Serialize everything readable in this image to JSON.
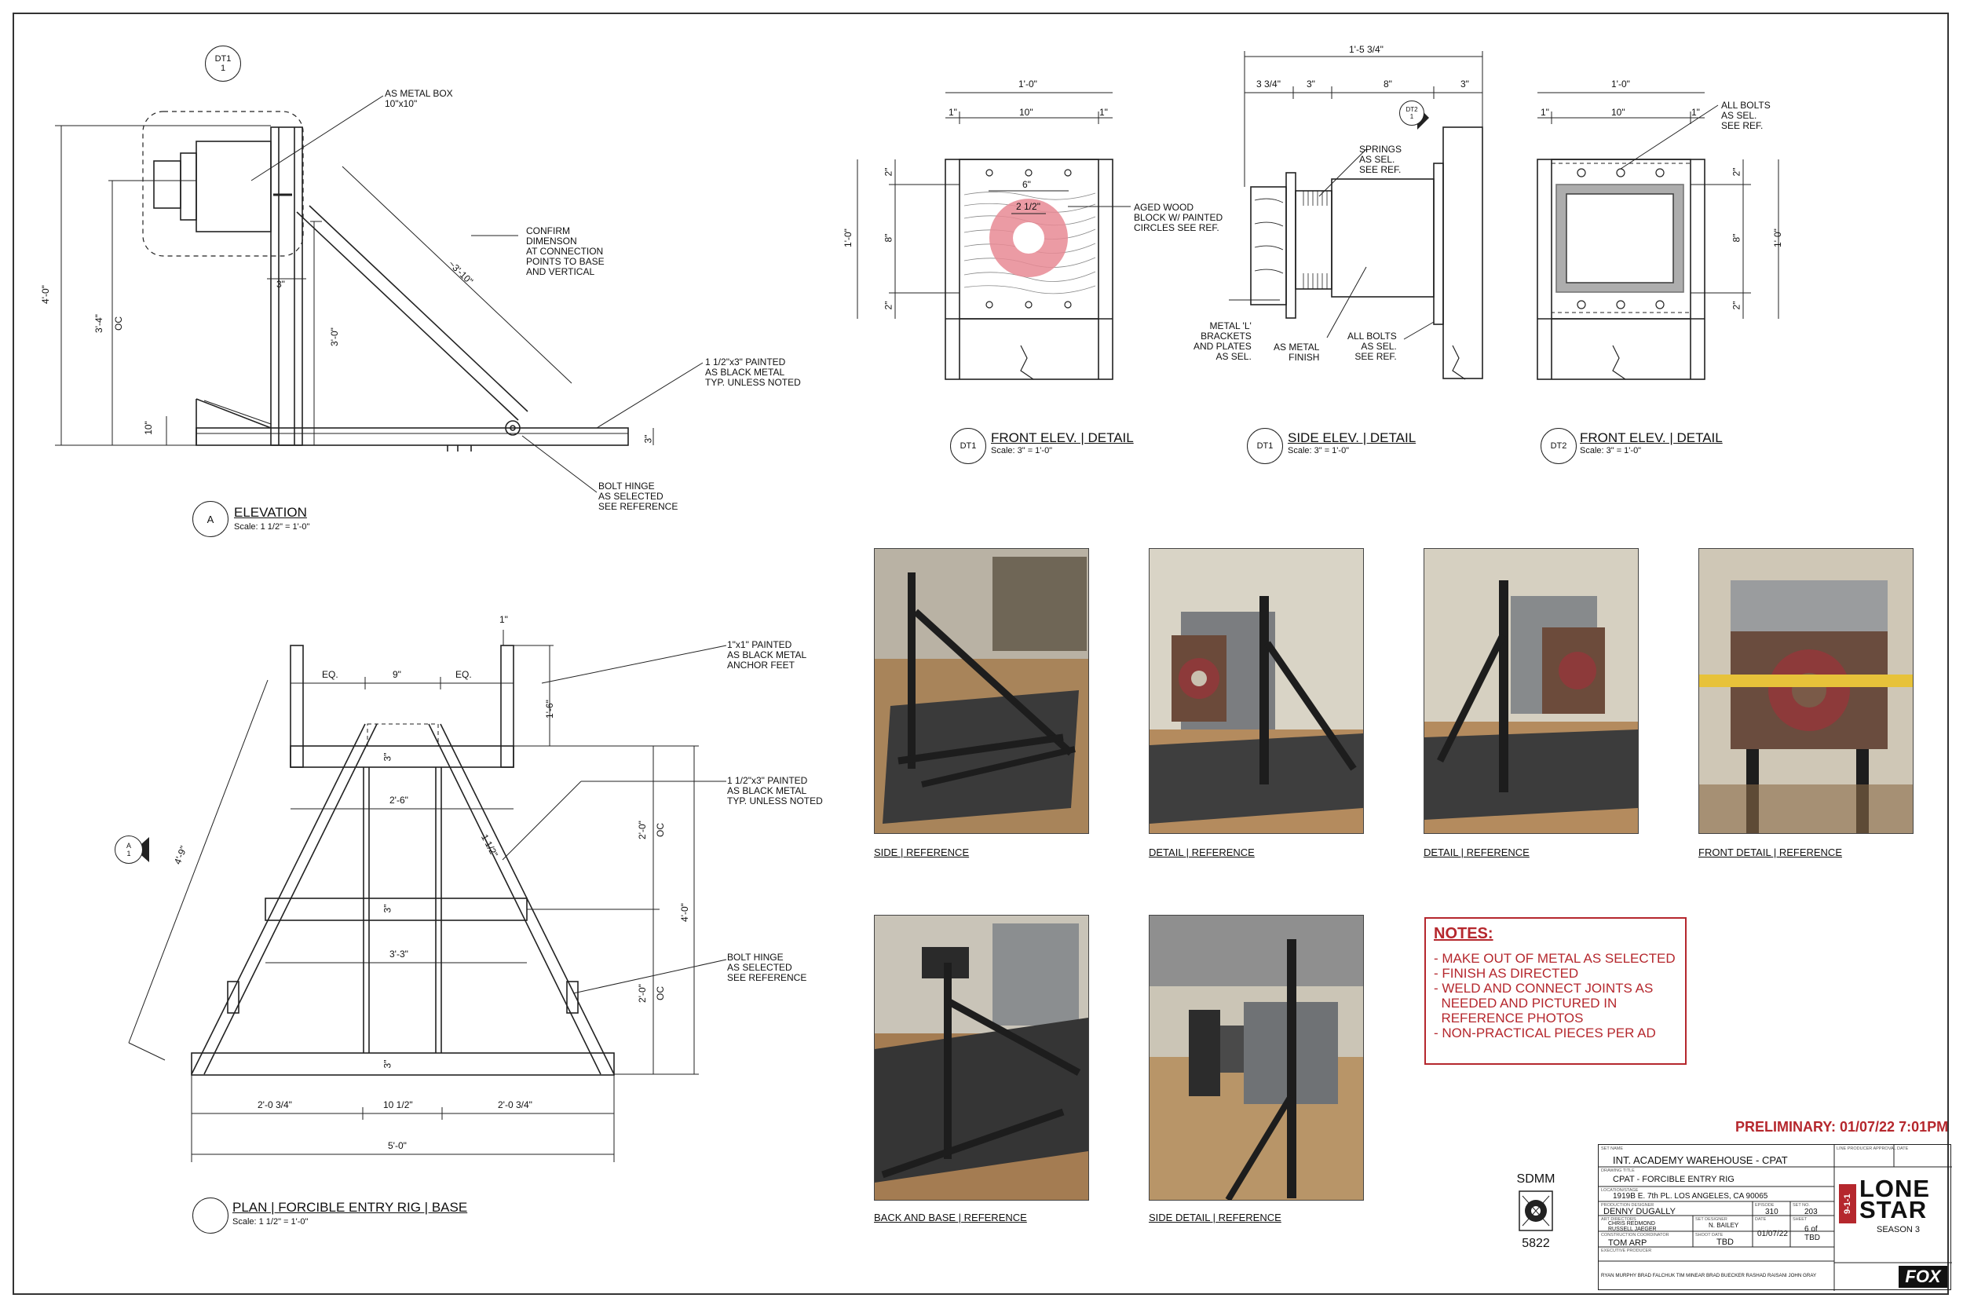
{
  "colors": {
    "accent_red": "#b5272d",
    "target_pink": "#e78a94",
    "line": "#222222"
  },
  "elevation": {
    "title": "ELEVATION",
    "scale": "Scale: 1 1/2\" = 1'-0\"",
    "bubble": "A",
    "ref_bubble_top": "DT1",
    "ref_bubble_bottom": "1",
    "notes": {
      "metal_box": "AS METAL BOX\n10\"x10\"",
      "confirm": "CONFIRM\nDIMENSON\nAT CONNECTION\nPOINTS TO BASE\nAND VERTICAL",
      "painted": "1 1/2\"x3\" PAINTED\nAS BLACK METAL\nTYP. UNLESS NOTED",
      "hinge": "BOLT HINGE\nAS SELECTED\nSEE REFERENCE"
    },
    "dims": {
      "overall": "4'-0\"",
      "upright": "3'-4\"",
      "oc": "OC",
      "three_ft": "3'-0\"",
      "diag": "~3'-10\"",
      "ten": "10\"",
      "three_in": "3\"",
      "three_in_b": "3\""
    }
  },
  "plan": {
    "title": "PLAN | FORCIBLE ENTRY RIG | BASE",
    "scale": "Scale: 1 1/2\" = 1'-0\"",
    "section_marker_top": "A",
    "section_marker_bottom": "1",
    "notes": {
      "feet": "1\"x1\" PAINTED\nAS BLACK METAL\nANCHOR FEET",
      "painted": "1 1/2\"x3\" PAINTED\nAS BLACK METAL\nTYP. UNLESS NOTED",
      "hinge": "BOLT HINGE\nAS SELECTED\nSEE REFERENCE"
    },
    "dims": {
      "one_in": "1\"",
      "eq1": "EQ.",
      "nine": "9\"",
      "eq2": "EQ.",
      "one_six": "1'-6\"",
      "three_a": "3\"",
      "two_six": "2'-6\"",
      "three_b": "3\"",
      "three_three": "3'-3\"",
      "three_c": "3\"",
      "diag": "4'-9\"",
      "one_half": "1 1/2\"",
      "two_oc_a": "2'-0\"",
      "oc_a": "OC",
      "four_ft": "4'-0\"",
      "two_oc_b": "2'-0\"",
      "oc_b": "OC",
      "left": "2'-0 3/4\"",
      "mid": "10 1/2\"",
      "right": "2'-0 3/4\"",
      "overall": "5'-0\""
    }
  },
  "dt1_front": {
    "title": "FRONT ELEV. | DETAIL",
    "scale": "Scale: 3\" = 1'-0\"",
    "bubble": "DT1",
    "note": "AGED WOOD\nBLOCK W/ PAINTED\nCIRCLES SEE REF.",
    "dims": {
      "top": "1'-0\"",
      "one_a": "1\"",
      "ten": "10\"",
      "one_b": "1\"",
      "six": "6\"",
      "two_half": "2 1/2\"",
      "left_total": "1'-0\"",
      "two_a": "2\"",
      "eight": "8\"",
      "two_b": "2\""
    }
  },
  "dt1_side": {
    "title": "SIDE ELEV. | DETAIL",
    "scale": "Scale: 3\" = 1'-0\"",
    "bubble": "DT1",
    "ref_top": "DT2",
    "ref_bottom": "1",
    "notes": {
      "springs": "SPRINGS\nAS SEL.\nSEE REF.",
      "brackets": "METAL 'L'\nBRACKETS\nAND PLATES\nAS SEL.",
      "finish": "AS METAL\nFINISH",
      "bolts": "ALL BOLTS\nAS SEL.\nSEE REF."
    },
    "dims": {
      "overall": "1'-5 3/4\"",
      "a": "3 3/4\"",
      "b": "3\"",
      "c": "8\"",
      "d": "3\""
    }
  },
  "dt2_front": {
    "title": "FRONT ELEV. | DETAIL",
    "scale": "Scale: 3\" = 1'-0\"",
    "bubble": "DT2",
    "note": "ALL BOLTS\nAS SEL.\nSEE REF.",
    "dims": {
      "top": "1'-0\"",
      "one_a": "1\"",
      "ten": "10\"",
      "one_b": "1\"",
      "two_a": "2\"",
      "eight": "8\"",
      "two_b": "2\"",
      "right_total": "1'-0\""
    }
  },
  "photos": [
    {
      "caption": "SIDE | REFERENCE"
    },
    {
      "caption": "DETAIL | REFERENCE"
    },
    {
      "caption": "DETAIL | REFERENCE"
    },
    {
      "caption": "FRONT DETAIL | REFERENCE"
    },
    {
      "caption": "BACK AND BASE | REFERENCE"
    },
    {
      "caption": "SIDE DETAIL | REFERENCE"
    }
  ],
  "notes_box": {
    "heading": "NOTES:",
    "items": [
      "- MAKE OUT OF METAL AS SELECTED",
      "- FINISH AS DIRECTED",
      "- WELD AND CONNECT JOINTS AS\n  NEEDED AND PICTURED IN\n  REFERENCE PHOTOS",
      "- NON-PRACTICAL PIECES PER AD"
    ]
  },
  "preliminary": "PRELIMINARY: 01/07/22 7:01PM",
  "title_block": {
    "union": "SDMM",
    "union_num": "5822",
    "tiny": {
      "set_name": "SET NAME",
      "producer_approval": "LINE PRODUCER APPROVAL",
      "date": "DATE",
      "drawing_title": "DRAWING TITLE",
      "location": "LOCATION/STAGE",
      "designer": "PRODUCTION DESIGNER",
      "episode": "EPISODE",
      "set_no": "SET NO.",
      "art_directors": "ART DIRECTORS",
      "set_designer": "SET DESIGNER",
      "date2": "DATE",
      "sheet": "SHEET",
      "coordinator": "CONSTRUCTION COORDINATOR",
      "shoot_date": "SHOOT DATE",
      "exec_producer": "EXECUTIVE PRODUCER"
    },
    "set_name": "INT. ACADEMY WAREHOUSE - CPAT",
    "drawing_title": "CPAT - FORCIBLE ENTRY RIG",
    "location": "1919B E. 7th PL. LOS ANGELES, CA 90065",
    "designer": "DENNY DUGALLY",
    "episode": "310",
    "set_no": "203",
    "art_directors": "CHRIS REDMOND\nRUSSELL JAEGER",
    "set_designer": "N. BAILEY",
    "date": "01/07/22",
    "sheet": "6 of\nTBD",
    "coordinator": "TOM ARP",
    "shoot_date": "TBD",
    "producers": "RYAN MURPHY  BRAD FALCHUK  TIM MINEAR  BRAD BUECKER  RASHAD RAISANI  JOHN GRAY",
    "show_number": "9-1-1",
    "show_name": "LONE\nSTAR",
    "season": "SEASON 3",
    "network": "FOX"
  }
}
